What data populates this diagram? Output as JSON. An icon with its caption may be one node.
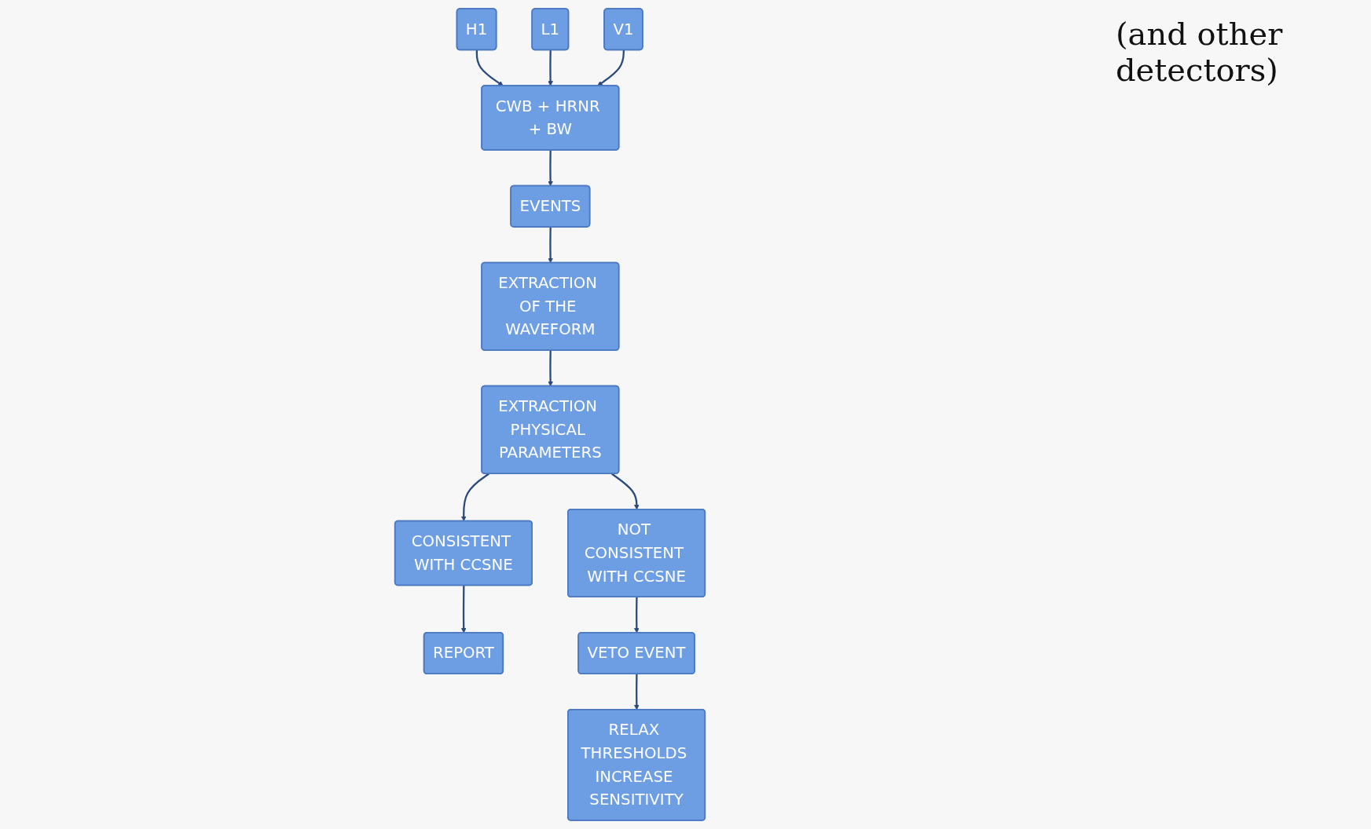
{
  "diagram": {
    "nodes": [
      {
        "text": [
          "H1"
        ]
      },
      {
        "text": [
          "L1"
        ]
      },
      {
        "text": [
          "V1"
        ]
      },
      {
        "text": [
          "CWB + HRNR + BW"
        ]
      },
      {
        "text": [
          "RELAX THRESHOLDS INCREASE SENSITIVITY"
        ]
      },
      {
        "text": [
          "REPORT"
        ]
      },
      {
        "text": [
          "VETO EVENT"
        ]
      },
      {
        "text": [
          "EVENTS"
        ]
      },
      {
        "text": [
          "EXTRACTION OF THE WAVEFORM"
        ]
      },
      {
        "text": [
          "NOT CONSISTENT WITH CCSNE"
        ]
      },
      {
        "text": [
          "EXTRACTION PHYSICAL PARAMETERS"
        ]
      },
      {
        "text": [
          "CONSISTENT WITH CCSNE"
        ]
      }
    ],
    "edges": [
      {
        "from": 0,
        "to": 3,
        "arrow": "to"
      },
      {
        "from": 1,
        "to": 3,
        "arrow": "to"
      },
      {
        "from": 2,
        "to": 3,
        "arrow": "to"
      },
      {
        "from": 3,
        "to": 7,
        "arrow": "to"
      },
      {
        "from": 7,
        "to": 8,
        "arrow": "to"
      },
      {
        "from": 8,
        "to": 10,
        "arrow": "to"
      },
      {
        "from": 10,
        "to": 9,
        "arrow": "to"
      },
      {
        "from": 10,
        "to": 11,
        "arrow": "to"
      },
      {
        "from": 9,
        "to": 6,
        "arrow": "to"
      },
      {
        "from": 6,
        "to": 4,
        "arrow": "to"
      },
      {
        "from": 11,
        "to": 5,
        "arrow": "to"
      }
    ],
    "labels": [
      "(and other detectors)"
    ]
  }
}
